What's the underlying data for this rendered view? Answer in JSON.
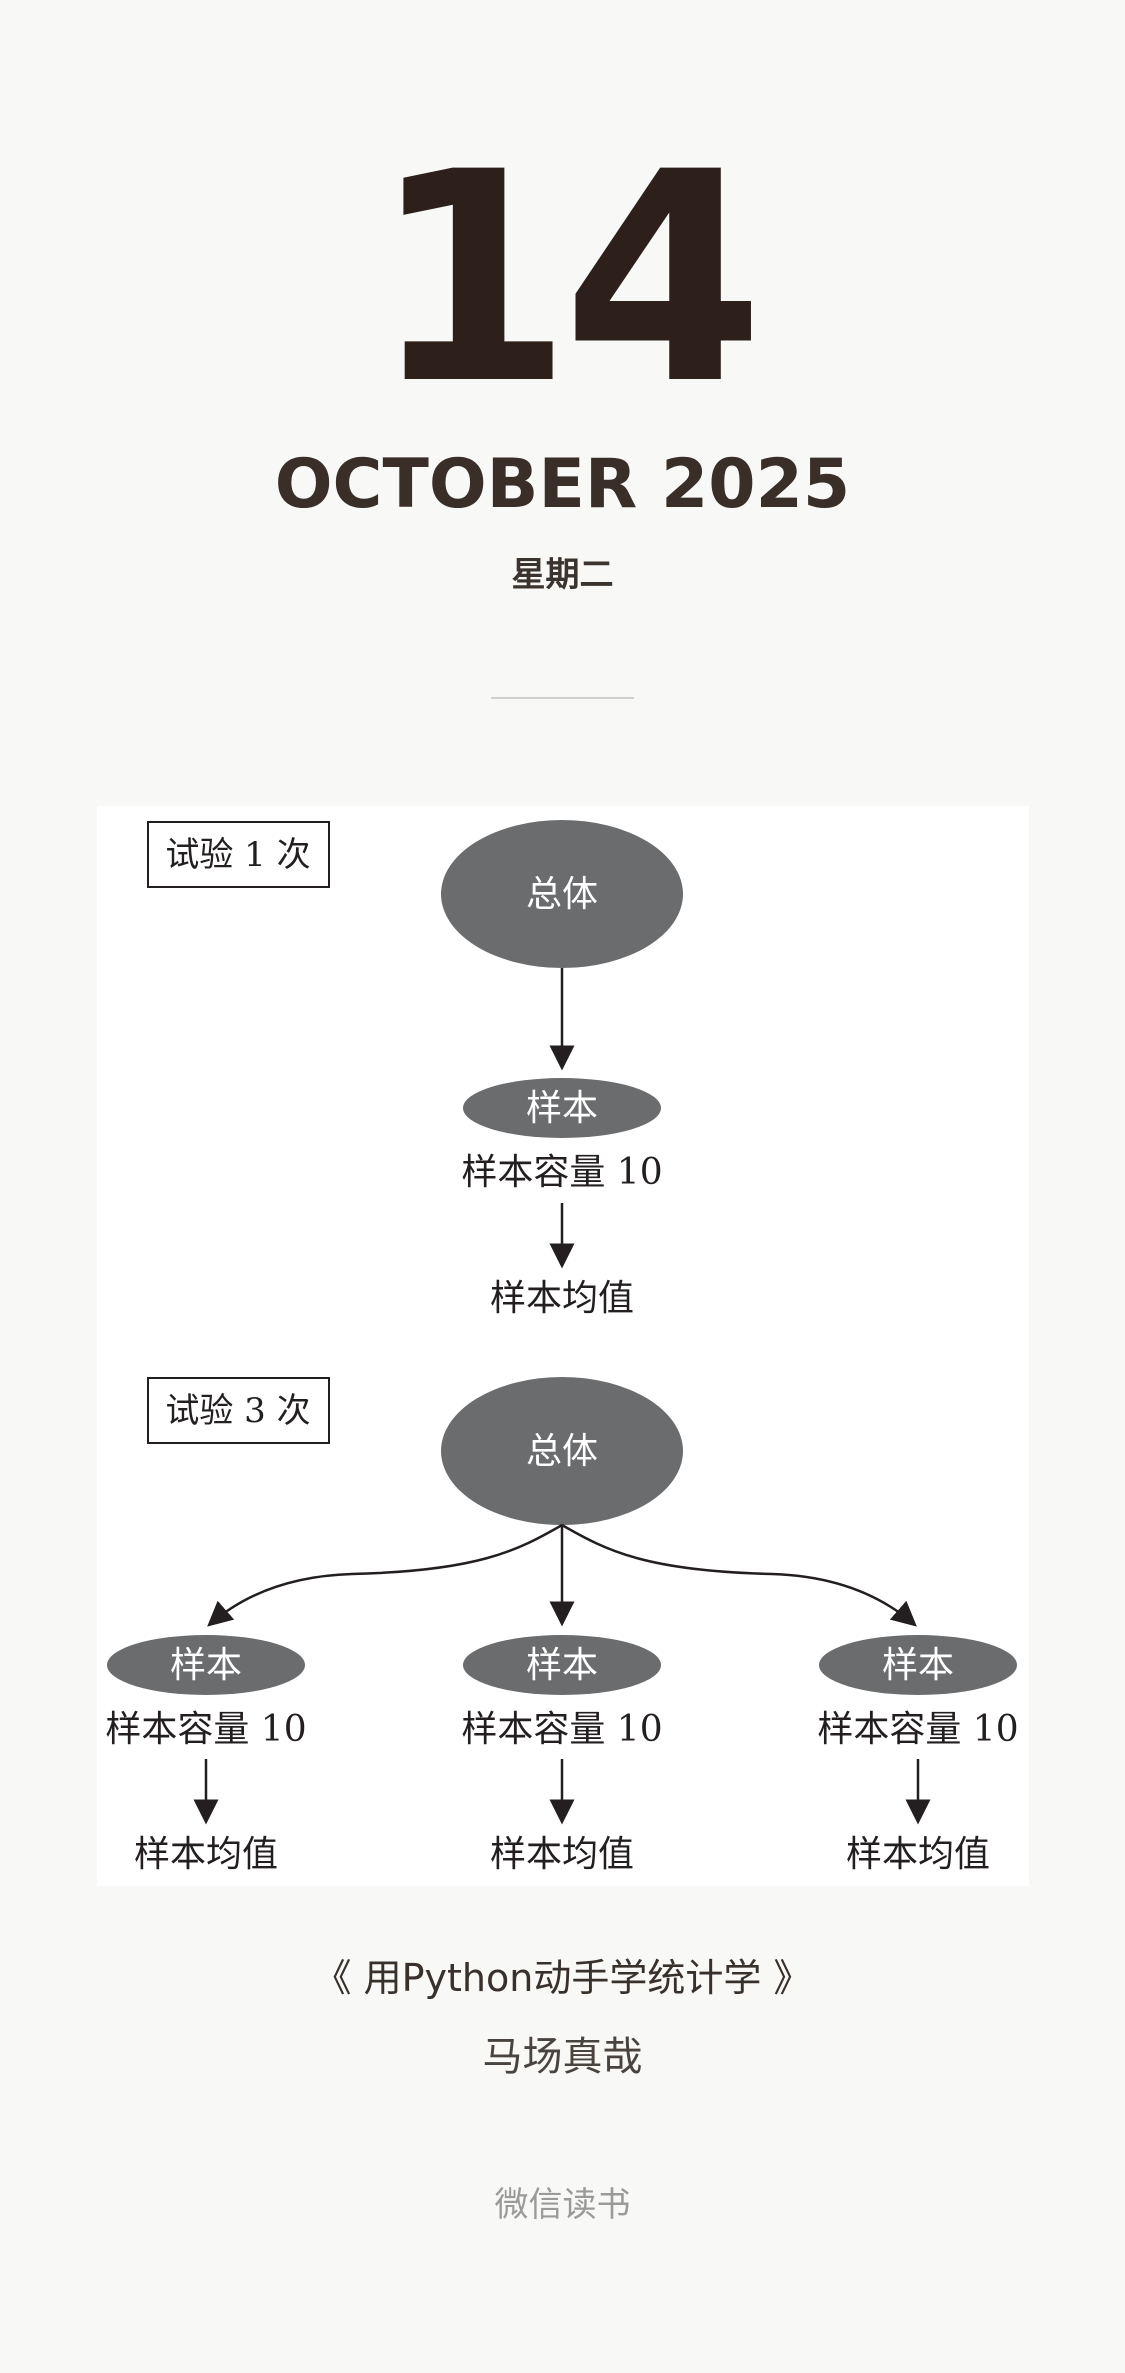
{
  "date": {
    "day": "14",
    "month_year": "OCTOBER 2025",
    "weekday": "星期二"
  },
  "diagram": {
    "panels": [
      {
        "label": "试验 1 次",
        "population": "总体",
        "samples": [
          {
            "name": "样本",
            "size_label": "样本容量 10",
            "mean_label": "样本均值"
          }
        ]
      },
      {
        "label": "试验 3 次",
        "population": "总体",
        "samples": [
          {
            "name": "样本",
            "size_label": "样本容量 10",
            "mean_label": "样本均值"
          },
          {
            "name": "样本",
            "size_label": "样本容量 10",
            "mean_label": "样本均值"
          },
          {
            "name": "样本",
            "size_label": "样本容量 10",
            "mean_label": "样本均值"
          }
        ]
      }
    ],
    "colors": {
      "ellipse_fill": "#6b6c6e",
      "ellipse_text": "#ffffff",
      "edge": "#231f20",
      "text": "#231f20"
    }
  },
  "book": {
    "title": "《 用Python动手学统计学 》",
    "author": "马场真哉"
  },
  "footer": {
    "app_name": "微信读书"
  }
}
